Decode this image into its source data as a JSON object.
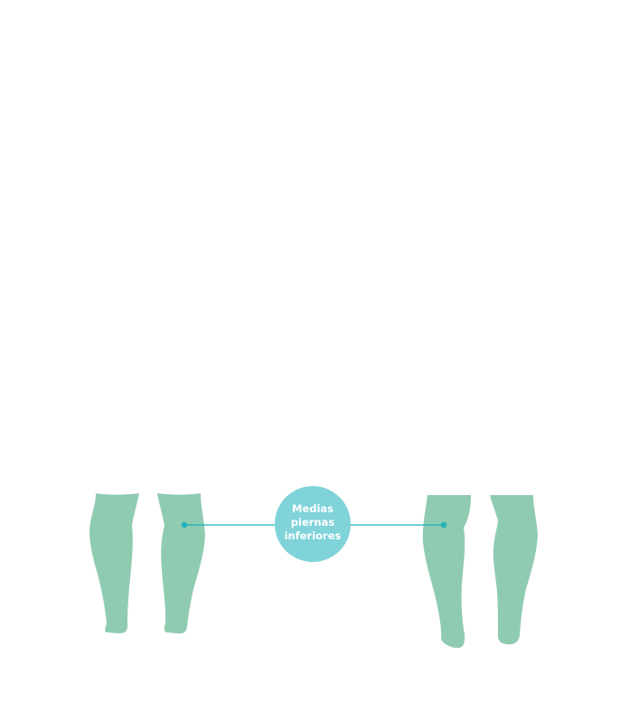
{
  "label": {
    "lines": [
      "Medias",
      "piernas",
      "inferiores"
    ]
  },
  "colors": {
    "leg": "#8fcbb1",
    "accent": "#7fd3d9",
    "line": "#1fb3bb",
    "background": "#ffffff",
    "label_text": "#ffffff"
  }
}
